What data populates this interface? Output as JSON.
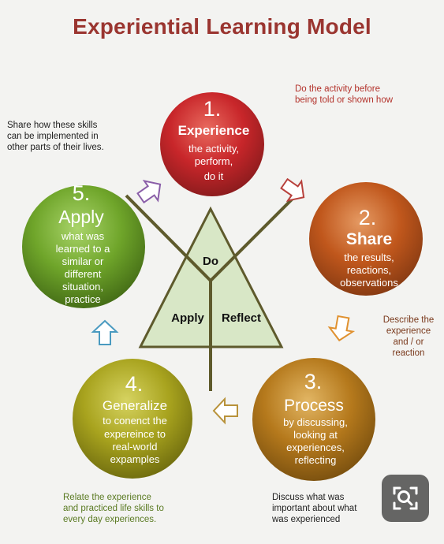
{
  "title": "Experiential Learning Model",
  "colors": {
    "title": "#9a3530",
    "step1": "#c8262a",
    "step2": "#c0571c",
    "step3": "#b5791c",
    "step4": "#a8a31e",
    "step5": "#6fa52a",
    "triangle": "#d8e7c6"
  },
  "steps": [
    {
      "number": "1.",
      "name": "Experience",
      "desc": [
        "the activity,",
        "perform,",
        "do it"
      ]
    },
    {
      "number": "2.",
      "name": "Share",
      "desc": [
        "the results,",
        "reactions,",
        "observations"
      ]
    },
    {
      "number": "3.",
      "name": "Process",
      "desc": [
        "by discussing,",
        "looking at",
        "experiences,",
        "reflecting"
      ]
    },
    {
      "number": "4.",
      "name": "Generalize",
      "desc": [
        "to conenct the",
        "expereince to",
        "real-world",
        "expamples"
      ]
    },
    {
      "number": "5.",
      "name": "Apply",
      "desc": [
        "what was",
        "learned to a",
        "similar or",
        "different",
        "situation,",
        "practice"
      ]
    }
  ],
  "triangle": {
    "top": "Do",
    "left": "Apply",
    "right": "Reflect"
  },
  "notes": {
    "step1": [
      "Do the activity before",
      "being told or shown how"
    ],
    "step2": [
      "Describe the",
      "experience",
      "and / or",
      "reaction"
    ],
    "step3": [
      "Discuss what was",
      "important about what",
      "was experienced"
    ],
    "step4": [
      "Relate the experience",
      "and practiced life skills to",
      "every day experiences."
    ],
    "step5": [
      "Share how these skills",
      "can be implemented in",
      "other parts of their lives."
    ]
  },
  "icons": {
    "lens": "image-search-icon"
  }
}
